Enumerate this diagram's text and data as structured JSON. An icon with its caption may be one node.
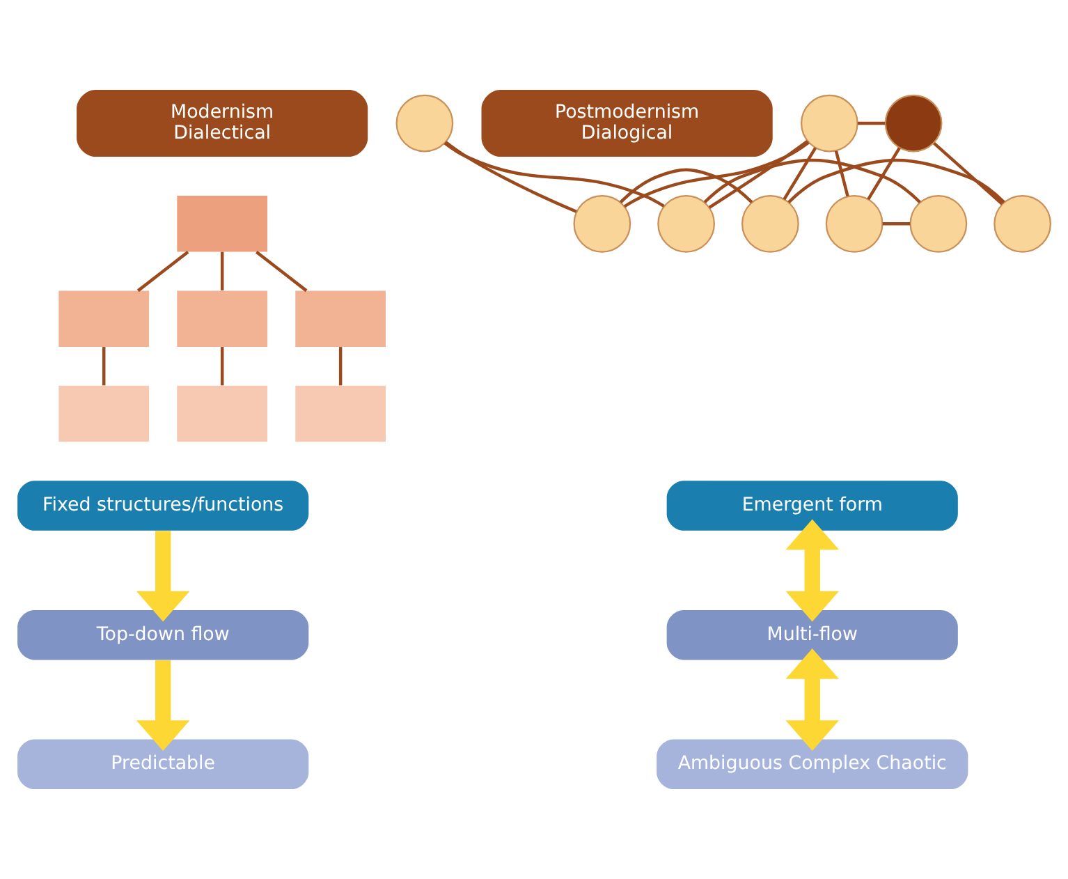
{
  "diagram": {
    "nodes": [
      {
        "text": [
          "Modernism",
          "Dialectical"
        ]
      },
      {
        "text": [
          "Postmodernism",
          "Dialogical"
        ]
      },
      {
        "text": [],
        "shape": "box"
      },
      {
        "text": [],
        "shape": "box"
      },
      {
        "text": [],
        "shape": "box"
      },
      {
        "text": [],
        "shape": "box"
      },
      {
        "text": [],
        "shape": "box"
      },
      {
        "text": [],
        "shape": "box"
      },
      {
        "text": [],
        "shape": "box"
      },
      {
        "text": [],
        "shape": "circle"
      },
      {
        "text": [],
        "shape": "circle"
      },
      {
        "text": [],
        "shape": "circle"
      },
      {
        "text": [],
        "shape": "circle"
      },
      {
        "text": [],
        "shape": "circle"
      },
      {
        "text": [],
        "shape": "circle"
      },
      {
        "text": [],
        "shape": "circle"
      },
      {
        "text": [],
        "shape": "circle"
      },
      {
        "text": [],
        "shape": "circle"
      },
      {
        "text": [
          "Fixed structures/functions"
        ]
      },
      {
        "text": [
          "Top-down flow"
        ]
      },
      {
        "text": [
          "Predictable"
        ]
      },
      {
        "text": [
          "Emergent form"
        ]
      },
      {
        "text": [
          "Multi-flow"
        ]
      },
      {
        "text": [
          "Ambiguous Complex Chaotic"
        ]
      }
    ],
    "edges": [
      {
        "from": 2,
        "to": 3,
        "arrow": "none"
      },
      {
        "from": 2,
        "to": 4,
        "arrow": "none"
      },
      {
        "from": 2,
        "to": 5,
        "arrow": "none"
      },
      {
        "from": 3,
        "to": 6,
        "arrow": "none"
      },
      {
        "from": 4,
        "to": 7,
        "arrow": "none"
      },
      {
        "from": 5,
        "to": 8,
        "arrow": "none"
      },
      {
        "from": 9,
        "to": 10,
        "arrow": "none"
      },
      {
        "from": 9,
        "to": 11,
        "arrow": "none"
      },
      {
        "from": 10,
        "to": 14,
        "arrow": "none"
      },
      {
        "from": 10,
        "to": 12,
        "arrow": "none"
      },
      {
        "from": 14,
        "to": 16,
        "arrow": "none"
      },
      {
        "from": 14,
        "to": 12,
        "arrow": "none"
      },
      {
        "from": 16,
        "to": 17,
        "arrow": "none"
      },
      {
        "from": 12,
        "to": 17,
        "arrow": "none"
      },
      {
        "from": 12,
        "to": 11,
        "arrow": "none"
      },
      {
        "from": 12,
        "to": 15,
        "arrow": "none"
      },
      {
        "from": 11,
        "to": 13,
        "arrow": "none"
      },
      {
        "from": 13,
        "to": 15,
        "arrow": "none"
      },
      {
        "from": 15,
        "to": 17,
        "arrow": "none"
      },
      {
        "from": 18,
        "to": 19,
        "arrow": "to",
        "style": "thick",
        "color": "#fdd835"
      },
      {
        "from": 19,
        "to": 20,
        "arrow": "to",
        "style": "thick",
        "color": "#fdd835"
      },
      {
        "from": 21,
        "to": 22,
        "arrow": "both",
        "style": "thick",
        "color": "#fdd835"
      },
      {
        "from": 22,
        "to": 23,
        "arrow": "both",
        "style": "thick",
        "color": "#fdd835"
      }
    ]
  }
}
